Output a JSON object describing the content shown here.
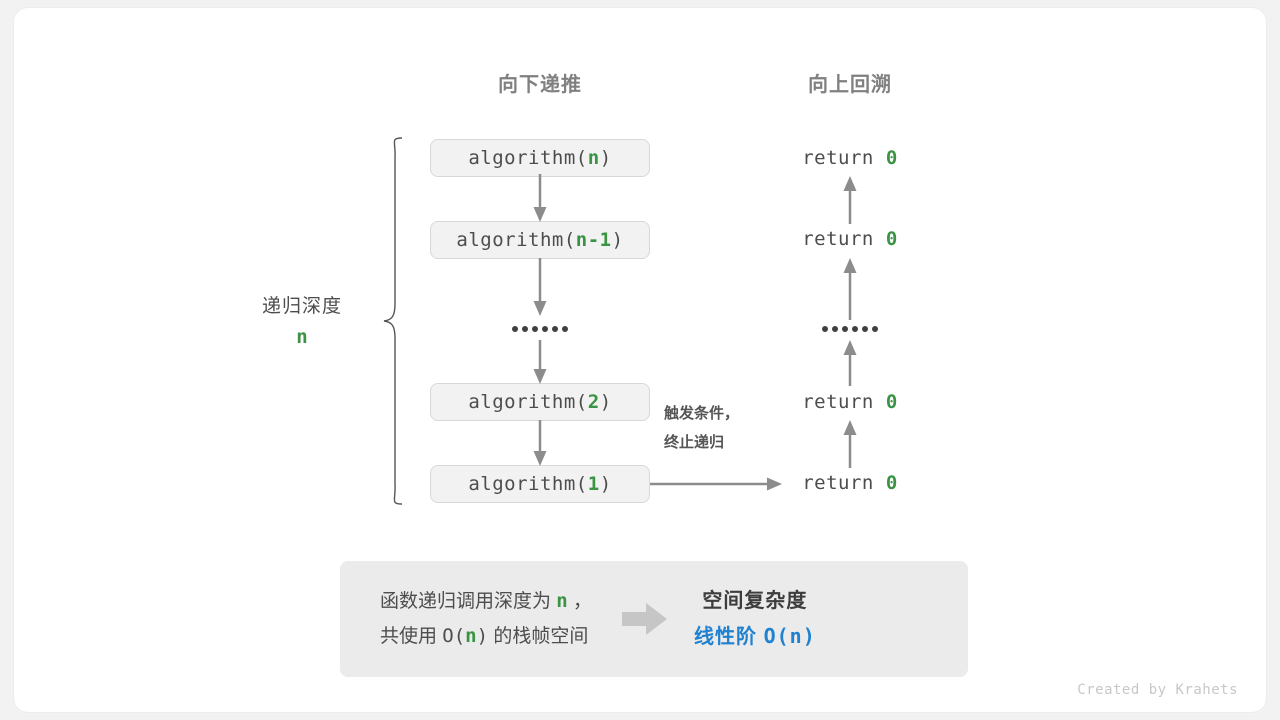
{
  "colors": {
    "background": "#f2f2f2",
    "card": "#ffffff",
    "box_fill": "#f2f2f2",
    "box_border": "#d8d8d8",
    "text": "#4d4d4d",
    "header_gray": "#808080",
    "accent_green": "#3a9443",
    "accent_blue": "#1f81d0",
    "arrow_gray": "#808080",
    "summary_fill": "#ebebeb"
  },
  "headers": {
    "left": "向下递推",
    "right": "向上回溯"
  },
  "depth": {
    "label": "递归深度",
    "value": "n"
  },
  "calls": [
    {
      "name": "algorithm(",
      "arg": "n",
      "close": ")"
    },
    {
      "name": "algorithm(",
      "arg": "n-1",
      "close": ")"
    },
    {
      "name": "algorithm(",
      "arg": "2",
      "close": ")"
    },
    {
      "name": "algorithm(",
      "arg": "1",
      "close": ")"
    }
  ],
  "returns": [
    {
      "keyword": "return",
      "value": "0"
    },
    {
      "keyword": "return",
      "value": "0"
    },
    {
      "keyword": "return",
      "value": "0"
    },
    {
      "keyword": "return",
      "value": "0"
    }
  ],
  "trigger": {
    "line1": "触发条件，",
    "line2": "终止递归"
  },
  "summary": {
    "left_line1_pre": "函数递归调用深度为 ",
    "left_line1_n": "n",
    "left_line1_post": " ，",
    "left_line2_pre": "共使用 ",
    "left_line2_fn": "O(",
    "left_line2_n": "n",
    "left_line2_fn_close": ")",
    "left_line2_post": " 的栈帧空间",
    "right_title": "空间复杂度",
    "right_value_cn": "线性阶 ",
    "right_value_mono": "O(n)"
  },
  "credit": "Created by Krahets"
}
